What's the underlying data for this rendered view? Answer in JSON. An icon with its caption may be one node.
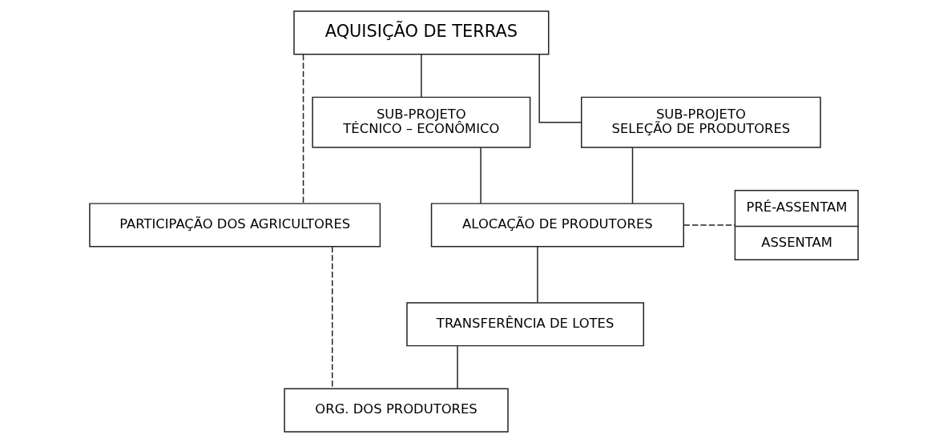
{
  "diagram": {
    "nodes": [
      {
        "text": [
          "AQUISIÇÃO DE TERRAS"
        ]
      },
      {
        "text": [
          "PARTICIPAÇÃO DOS AGRICULTORES"
        ]
      },
      {
        "text": [
          "SUB-PROJETO",
          "TÉCNICO – ECONÔMICO"
        ]
      },
      {
        "text": [
          "SUB-PROJETO",
          "SELEÇÃO DE PRODUTORES"
        ]
      },
      {
        "text": [
          "ALOCAÇÃO DE PRODUTORES"
        ]
      },
      {
        "text": [
          "PRÉ-ASSENTAM",
          "ASSENTAM"
        ]
      },
      {
        "text": [
          "TRANSFERÊNCIA DE LOTES"
        ]
      },
      {
        "text": [
          "ORG. DOS PRODUTORES"
        ]
      }
    ],
    "edges": [
      {
        "from": 0,
        "to": 1,
        "arrow": "none",
        "style": "dashed"
      },
      {
        "from": 0,
        "to": 2,
        "arrow": "none"
      },
      {
        "from": 0,
        "to": 3,
        "arrow": "none"
      },
      {
        "from": 2,
        "to": 4,
        "arrow": "none"
      },
      {
        "from": 3,
        "to": 4,
        "arrow": "none"
      },
      {
        "from": 4,
        "to": 5,
        "arrow": "none",
        "style": "dashed"
      },
      {
        "from": 4,
        "to": 6,
        "arrow": "none"
      },
      {
        "from": 6,
        "to": 7,
        "arrow": "none"
      },
      {
        "from": 1,
        "to": 7,
        "arrow": "none",
        "style": "dashed"
      }
    ]
  }
}
